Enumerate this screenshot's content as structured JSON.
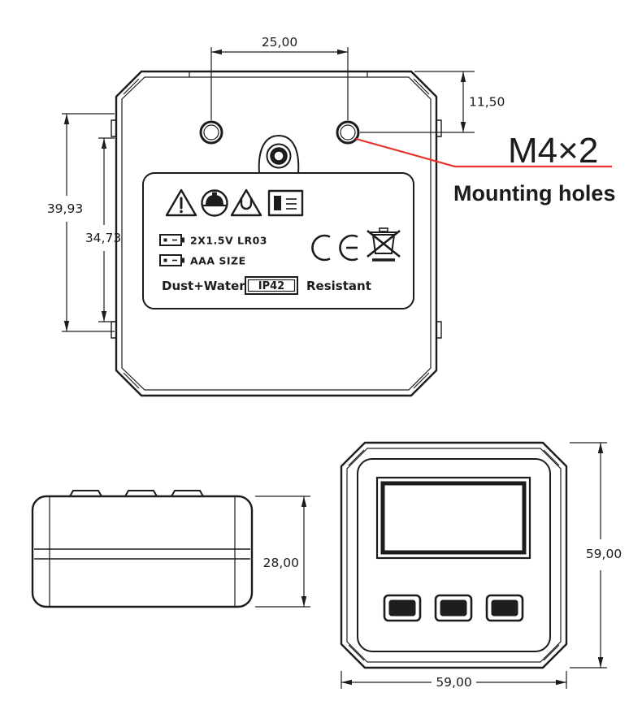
{
  "colors": {
    "line": "#1c1c1c",
    "callout_red": "#e8312a",
    "subtitle_gray": "#8d8d8d"
  },
  "top_view": {
    "dim_hole_spacing": "25,00",
    "dim_hole_offset": "11,50",
    "dim_outer_height": "39,93",
    "dim_inner_height": "34,73",
    "callout": {
      "title": "M4×2",
      "subtitle": "Mounting holes"
    },
    "label_panel": {
      "battery_spec": "2X1.5V LR03",
      "battery_size": "AAA SIZE",
      "dust_water": "Dust+Water",
      "ip_rating": "IP42",
      "resistant": "Resistant"
    }
  },
  "side_view": {
    "dim_thickness": "28,00"
  },
  "front_view": {
    "dim_height": "59,00",
    "dim_width": "59,00"
  }
}
